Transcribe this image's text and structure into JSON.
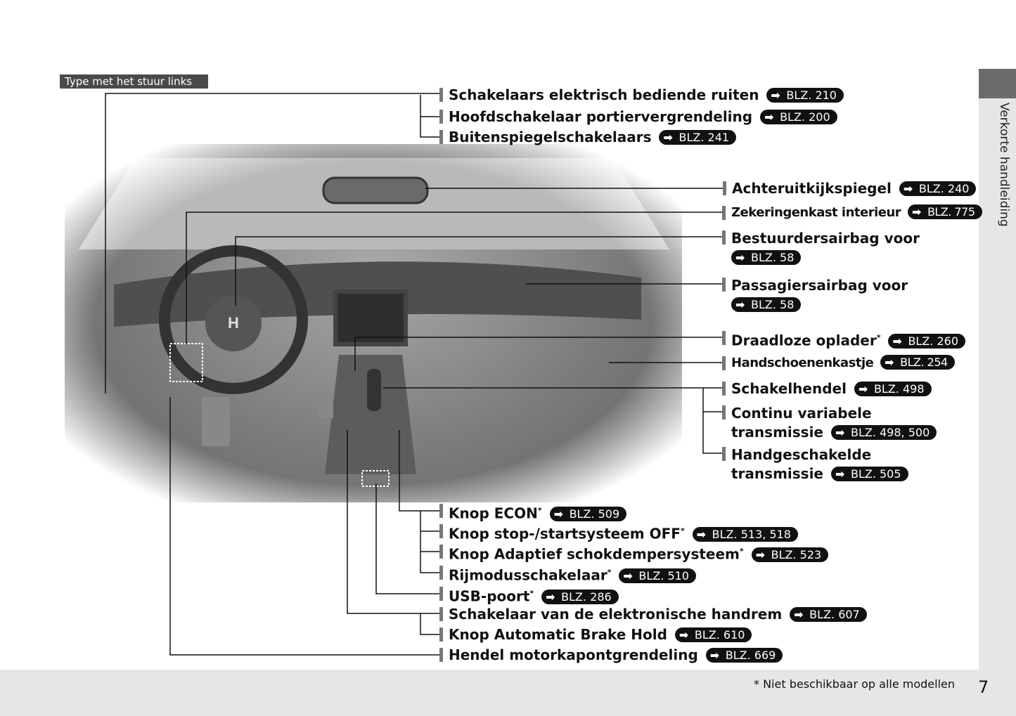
{
  "tag": "Type met het stuur links",
  "side_tab": "Verkorte handleiding",
  "footnote": "* Niet beschikbaar op alle modellen",
  "page_number": "7",
  "ref_icon": "arrow-right-icon",
  "labels": [
    {
      "text": "Schakelaars elektrisch bediende ruiten",
      "ref": "BLZ. 210"
    },
    {
      "text": "Hoofdschakelaar portiervergrendeling",
      "ref": "BLZ. 200"
    },
    {
      "text": "Buitenspiegelschakelaars",
      "ref": "BLZ. 241"
    },
    {
      "text": "Achteruitkijkspiegel",
      "ref": "BLZ. 240"
    },
    {
      "text": "Zekeringenkast interieur",
      "ref": "BLZ. 775"
    },
    {
      "text": "Bestuurdersairbag voor",
      "ref": "BLZ. 58"
    },
    {
      "text": "Passagiersairbag voor",
      "ref": "BLZ. 58"
    },
    {
      "text": "Draadloze oplader",
      "star": "*",
      "ref": "BLZ. 260"
    },
    {
      "text": "Handschoenenkastje",
      "ref": "BLZ. 254"
    },
    {
      "text": "Schakelhendel",
      "ref": "BLZ. 498"
    },
    {
      "text": "Continu variabele",
      "text2": "transmissie",
      "ref": "BLZ. 498, 500"
    },
    {
      "text": "Handgeschakelde",
      "text2": "transmissie",
      "ref": "BLZ. 505"
    },
    {
      "text": "Knop ECON",
      "star": "*",
      "ref": "BLZ. 509"
    },
    {
      "text": "Knop stop-/startsysteem OFF",
      "star": "*",
      "ref": "BLZ. 513, 518"
    },
    {
      "text": "Knop Adaptief schokdempersysteem",
      "star": "*",
      "ref": "BLZ. 523"
    },
    {
      "text": "Rijmodusschakelaar",
      "star": "*",
      "ref": "BLZ. 510"
    },
    {
      "text": "USB-poort",
      "star": "*",
      "ref": "BLZ. 286"
    },
    {
      "text": "Schakelaar van de elektronische handrem",
      "ref": "BLZ. 607"
    },
    {
      "text": "Knop Automatic Brake Hold",
      "ref": "BLZ. 610"
    },
    {
      "text": "Hendel motorkapontgrendeling",
      "ref": "BLZ. 669"
    }
  ]
}
